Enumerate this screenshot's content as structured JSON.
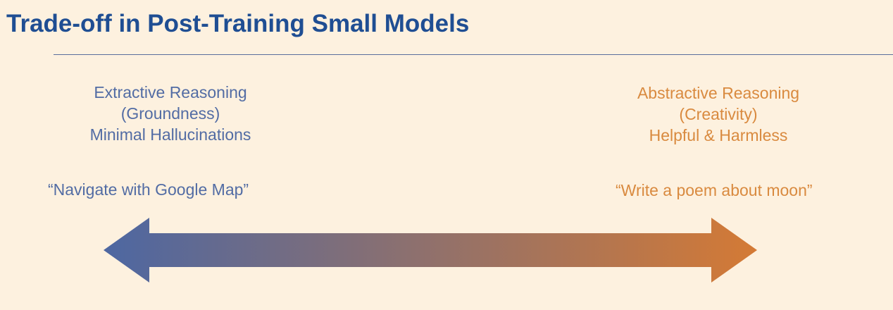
{
  "slide": {
    "title": "Trade-off in Post-Training Small Models"
  },
  "left": {
    "lines": [
      "Extractive Reasoning",
      "(Groundness)",
      "Minimal Hallucinations"
    ],
    "example": "“Navigate with Google Map”"
  },
  "right": {
    "lines": [
      "Abstractive Reasoning",
      "(Creativity)",
      "Helpful & Harmless"
    ],
    "example": "“Write a poem about moon”"
  },
  "colors": {
    "background": "#fdf1df",
    "title": "#1f4e93",
    "left_accent": "#526ca4",
    "right_accent": "#d98a3f",
    "arrow_start": "#4d67a2",
    "arrow_end": "#d47a35"
  }
}
